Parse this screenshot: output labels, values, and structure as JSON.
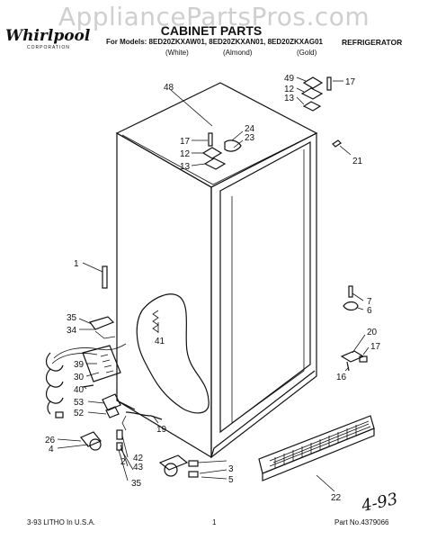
{
  "watermark": "AppliancePartsPros.com",
  "brand": {
    "name": "Whirlpool",
    "sub": "CORPORATION"
  },
  "header": {
    "title": "CABINET PARTS",
    "models_label": "For Models: 8ED20ZKXAW01, 8ED20ZKXAN01, 8ED20ZKXAG01",
    "color_white": "(White)",
    "color_almond": "(Almond)",
    "color_gold": "(Gold)",
    "category": "REFRIGERATOR"
  },
  "footer": {
    "left": "3-93 LITHO In U.S.A.",
    "page": "1",
    "part_no": "Part No.4379066",
    "handwritten": "4-93"
  },
  "callouts": [
    "48",
    "17",
    "24",
    "23",
    "12",
    "13",
    "49",
    "17",
    "12",
    "13",
    "21",
    "1",
    "7",
    "6",
    "20",
    "17",
    "16",
    "35",
    "34",
    "41",
    "39",
    "30",
    "40",
    "53",
    "52",
    "26",
    "4",
    "2",
    "42",
    "43",
    "35",
    "19",
    "3",
    "5",
    "22"
  ]
}
